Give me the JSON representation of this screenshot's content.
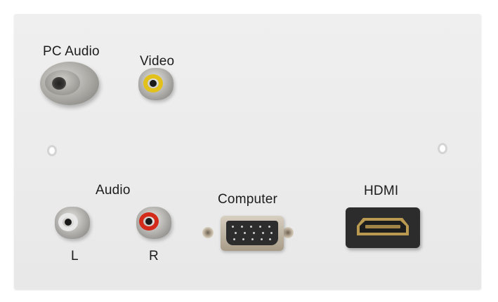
{
  "image": {
    "subject": "white AV wall plate with connectors",
    "labels": {
      "pc_audio": "PC Audio",
      "video": "Video",
      "audio": "Audio",
      "left": "L",
      "right": "R",
      "computer": "Computer",
      "hdmi": "HDMI"
    },
    "connectors": [
      {
        "name": "PC Audio",
        "type": "3.5mm stereo jack",
        "color": "#a9a7a2"
      },
      {
        "name": "Video",
        "type": "RCA composite",
        "color": "#e8c618"
      },
      {
        "name": "Audio L",
        "type": "RCA",
        "color": "#e6e6e6"
      },
      {
        "name": "Audio R",
        "type": "RCA",
        "color": "#d42a1a"
      },
      {
        "name": "Computer",
        "type": "VGA DB15",
        "color": "#2c2d2c"
      },
      {
        "name": "HDMI",
        "type": "HDMI Type A",
        "color": "#b99a50"
      }
    ],
    "colors": {
      "plate": "#ececec",
      "background": "#ffffff",
      "text": "#1c1c1c"
    }
  }
}
